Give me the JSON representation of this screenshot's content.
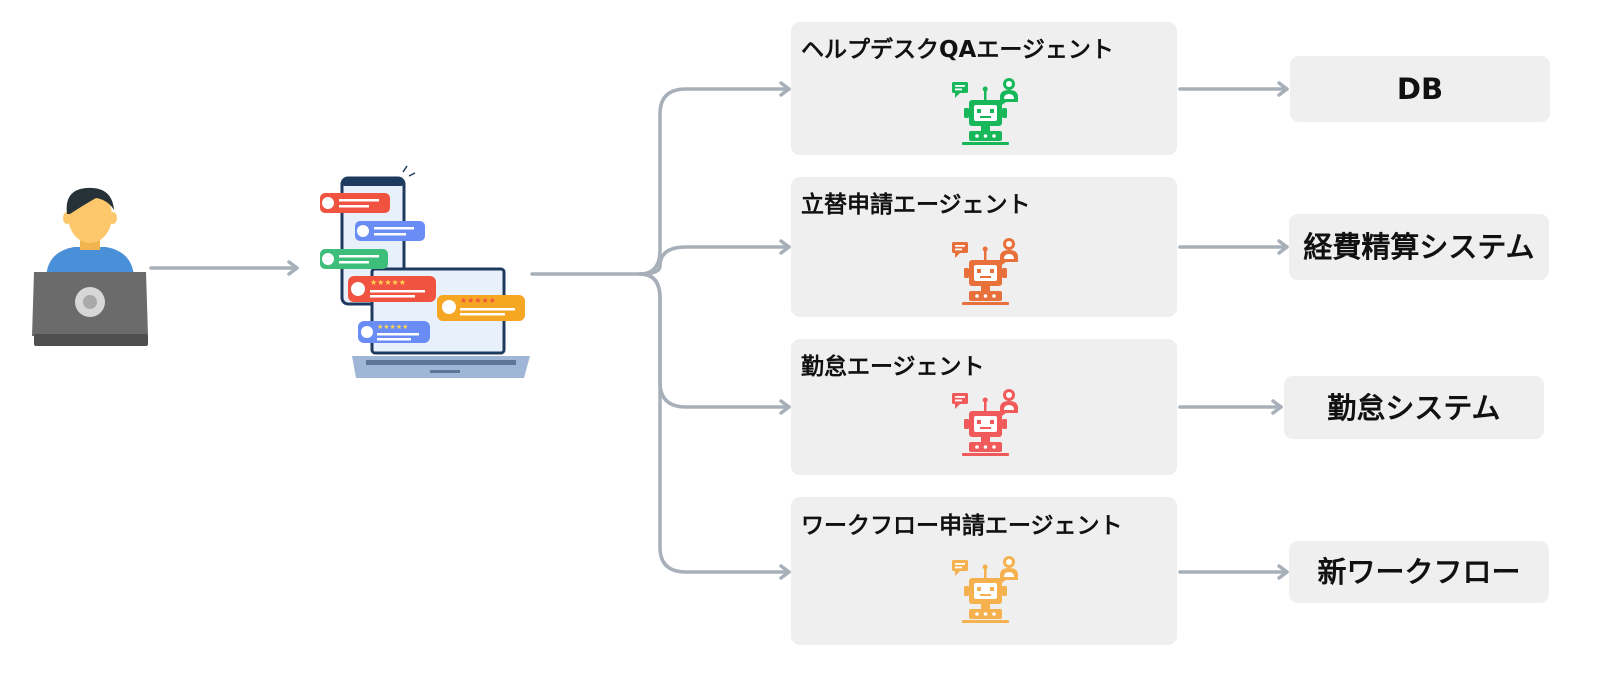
{
  "user": {
    "icon": "user-with-laptop-icon",
    "colors": {
      "skin": "#FDC86B",
      "hair": "#263238",
      "shirt": "#4A90D9",
      "laptop": "#6B6B6B"
    }
  },
  "chat_app": {
    "icon": "chat-devices-icon",
    "colors": {
      "bubble_red": "#F0533F",
      "bubble_blue": "#6A8DF5",
      "bubble_green": "#3DBE7B",
      "bubble_orange": "#F5A623",
      "frame": "#1F3A5F"
    }
  },
  "connector_color": "#A7B0B9",
  "box_color": "#EFEFEF",
  "agents": [
    {
      "title": "ヘルプデスクQAエージェント",
      "robot_color": "#18B85A",
      "target": "DB"
    },
    {
      "title": "立替申請エージェント",
      "robot_color": "#E8703A",
      "target": "経費精算システム"
    },
    {
      "title": "勤怠エージェント",
      "robot_color": "#F05A5A",
      "target": "勤怠システム"
    },
    {
      "title": "ワークフロー申請エージェント",
      "robot_color": "#F5B14E",
      "target": "新ワークフロー"
    }
  ]
}
